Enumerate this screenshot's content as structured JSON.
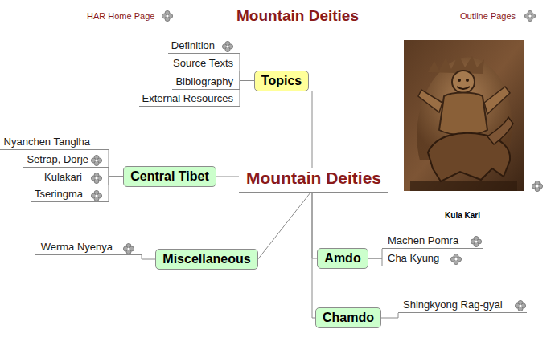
{
  "diagram": {
    "title": "Mountain Deities",
    "nodes": [
      {
        "text": [
          "Topics"
        ]
      },
      {
        "text": [
          "Definition"
        ]
      },
      {
        "text": [
          "Source Texts"
        ]
      },
      {
        "text": [
          "Bibliography"
        ]
      },
      {
        "text": [
          "External Resources"
        ]
      },
      {
        "text": [
          "Central Tibet"
        ]
      },
      {
        "text": [
          "Nyanchen Tanglha"
        ]
      },
      {
        "text": [
          "Setrap, Dorje"
        ]
      },
      {
        "text": [
          "Kulakari"
        ]
      },
      {
        "text": [
          "Tseringma"
        ]
      },
      {
        "text": [
          "Mountain Deities"
        ]
      },
      {
        "text": [
          "Miscellaneous"
        ]
      },
      {
        "text": [
          "Werma Nyenya"
        ]
      },
      {
        "text": [
          "Amdo"
        ]
      },
      {
        "text": [
          "Machen Pomra"
        ]
      },
      {
        "text": [
          "Cha Kyung"
        ]
      },
      {
        "text": [
          "Chamdo"
        ]
      },
      {
        "text": [
          "Shingkyong Rag-gyal"
        ]
      }
    ],
    "edges": [
      {
        "from": 10,
        "to": 0,
        "arrow": "none"
      },
      {
        "from": 10,
        "to": 5,
        "arrow": "none"
      },
      {
        "from": 10,
        "to": 11,
        "arrow": "none"
      },
      {
        "from": 10,
        "to": 13,
        "arrow": "none"
      },
      {
        "from": 10,
        "to": 16,
        "arrow": "none"
      },
      {
        "from": 0,
        "to": 1,
        "arrow": "none"
      },
      {
        "from": 0,
        "to": 2,
        "arrow": "none"
      },
      {
        "from": 0,
        "to": 3,
        "arrow": "none"
      },
      {
        "from": 0,
        "to": 4,
        "arrow": "none"
      },
      {
        "from": 5,
        "to": 6,
        "arrow": "none"
      },
      {
        "from": 5,
        "to": 7,
        "arrow": "none"
      },
      {
        "from": 5,
        "to": 8,
        "arrow": "none"
      },
      {
        "from": 5,
        "to": 9,
        "arrow": "none"
      },
      {
        "from": 11,
        "to": 12,
        "arrow": "none"
      },
      {
        "from": 13,
        "to": 14,
        "arrow": "none"
      },
      {
        "from": 13,
        "to": 15,
        "arrow": "none"
      },
      {
        "from": 16,
        "to": 17,
        "arrow": "none"
      }
    ],
    "labels": [
      "HAR Home Page",
      "Outline Pages",
      "Kula Kari"
    ]
  }
}
